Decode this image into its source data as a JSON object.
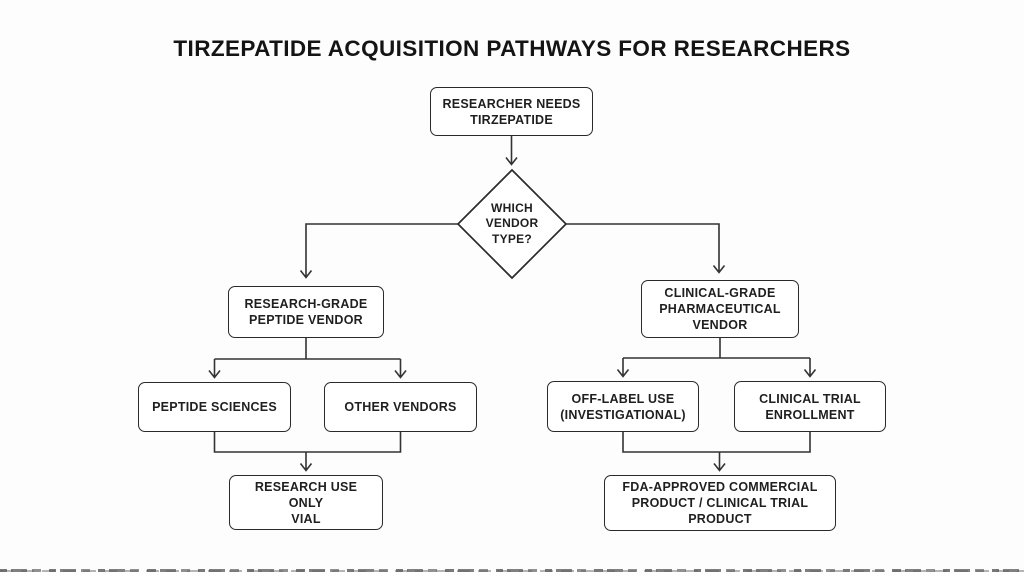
{
  "title": "TIRZEPATIDE ACQUISITION PATHWAYS FOR RESEARCHERS",
  "diagram_type": "flowchart",
  "colors": {
    "background": "#fdfdfd",
    "box_fill": "#ffffff",
    "box_border": "#2a2a2a",
    "line": "#333333",
    "text": "#1f1f1f"
  },
  "nodes": {
    "start": {
      "label": "RESEARCHER NEEDS\nTIRZEPATIDE",
      "shape": "rounded-rect"
    },
    "decision": {
      "label": "WHICH\nVENDOR\nTYPE?",
      "shape": "diamond"
    },
    "research_vendor": {
      "label": "RESEARCH-GRADE\nPEPTIDE VENDOR",
      "shape": "rounded-rect"
    },
    "clinical_vendor": {
      "label": "CLINICAL-GRADE\nPHARMACEUTICAL\nVENDOR",
      "shape": "rounded-rect"
    },
    "peptide_sciences": {
      "label": "PEPTIDE SCIENCES",
      "shape": "rounded-rect"
    },
    "other_vendors": {
      "label": "OTHER VENDORS",
      "shape": "rounded-rect"
    },
    "off_label": {
      "label": "OFF-LABEL USE\n(INVESTIGATIONAL)",
      "shape": "rounded-rect"
    },
    "clinical_trial": {
      "label": "CLINICAL TRIAL\nENROLLMENT",
      "shape": "rounded-rect"
    },
    "rou_vial": {
      "label": "RESEARCH USE ONLY\nVIAL",
      "shape": "rounded-rect"
    },
    "fda_product": {
      "label": "FDA-APPROVED COMMERCIAL\nPRODUCT / CLINICAL TRIAL\nPRODUCT",
      "shape": "rounded-rect"
    }
  },
  "edges": [
    {
      "from": "start",
      "to": "decision"
    },
    {
      "from": "decision",
      "to": "research_vendor"
    },
    {
      "from": "decision",
      "to": "clinical_vendor"
    },
    {
      "from": "research_vendor",
      "to": "peptide_sciences"
    },
    {
      "from": "research_vendor",
      "to": "other_vendors"
    },
    {
      "from": "peptide_sciences",
      "to": "rou_vial"
    },
    {
      "from": "other_vendors",
      "to": "rou_vial"
    },
    {
      "from": "clinical_vendor",
      "to": "off_label"
    },
    {
      "from": "clinical_vendor",
      "to": "clinical_trial"
    },
    {
      "from": "off_label",
      "to": "fda_product"
    },
    {
      "from": "clinical_trial",
      "to": "fda_product"
    }
  ]
}
